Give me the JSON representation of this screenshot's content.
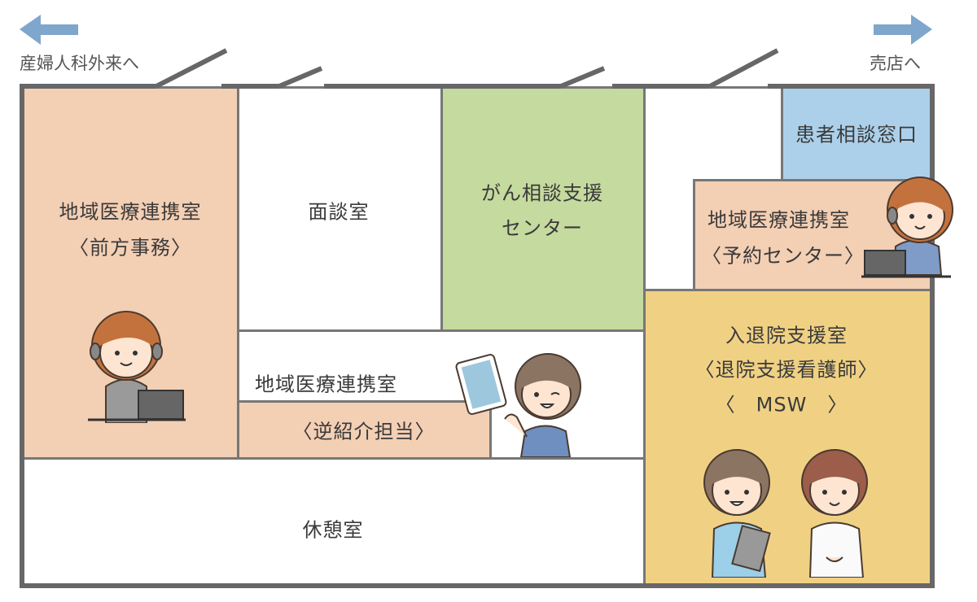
{
  "colors": {
    "peach": "#f3cfb4",
    "green": "#c5da9e",
    "blue": "#acd0ea",
    "yellow": "#f0d184",
    "wall": "#676767",
    "arrow": "#7fa6cd"
  },
  "navigation": {
    "left": {
      "label": "産婦人科外来へ",
      "icon": "arrow-left-icon"
    },
    "right": {
      "label": "売店へ",
      "icon": "arrow-right-icon"
    }
  },
  "rooms": {
    "front_office": {
      "line1": "地域医療連携室",
      "line2": "〈前方事務〉"
    },
    "interview": {
      "label": "面談室"
    },
    "cancer": {
      "line1": "がん相談支援",
      "line2": "センター"
    },
    "patient_consult": {
      "label": "患者相談窓口"
    },
    "reservation": {
      "line1": "地域医療連携室",
      "line2": "〈予約センター〉"
    },
    "discharge": {
      "line1": "入退院支援室",
      "line2": "〈退院支援看護師〉",
      "line3": "〈　MSW　〉"
    },
    "reverse_referral": {
      "line1": "地域医療連携室",
      "line2": "〈逆紹介担当〉"
    },
    "lounge": {
      "label": "休憩室"
    }
  }
}
